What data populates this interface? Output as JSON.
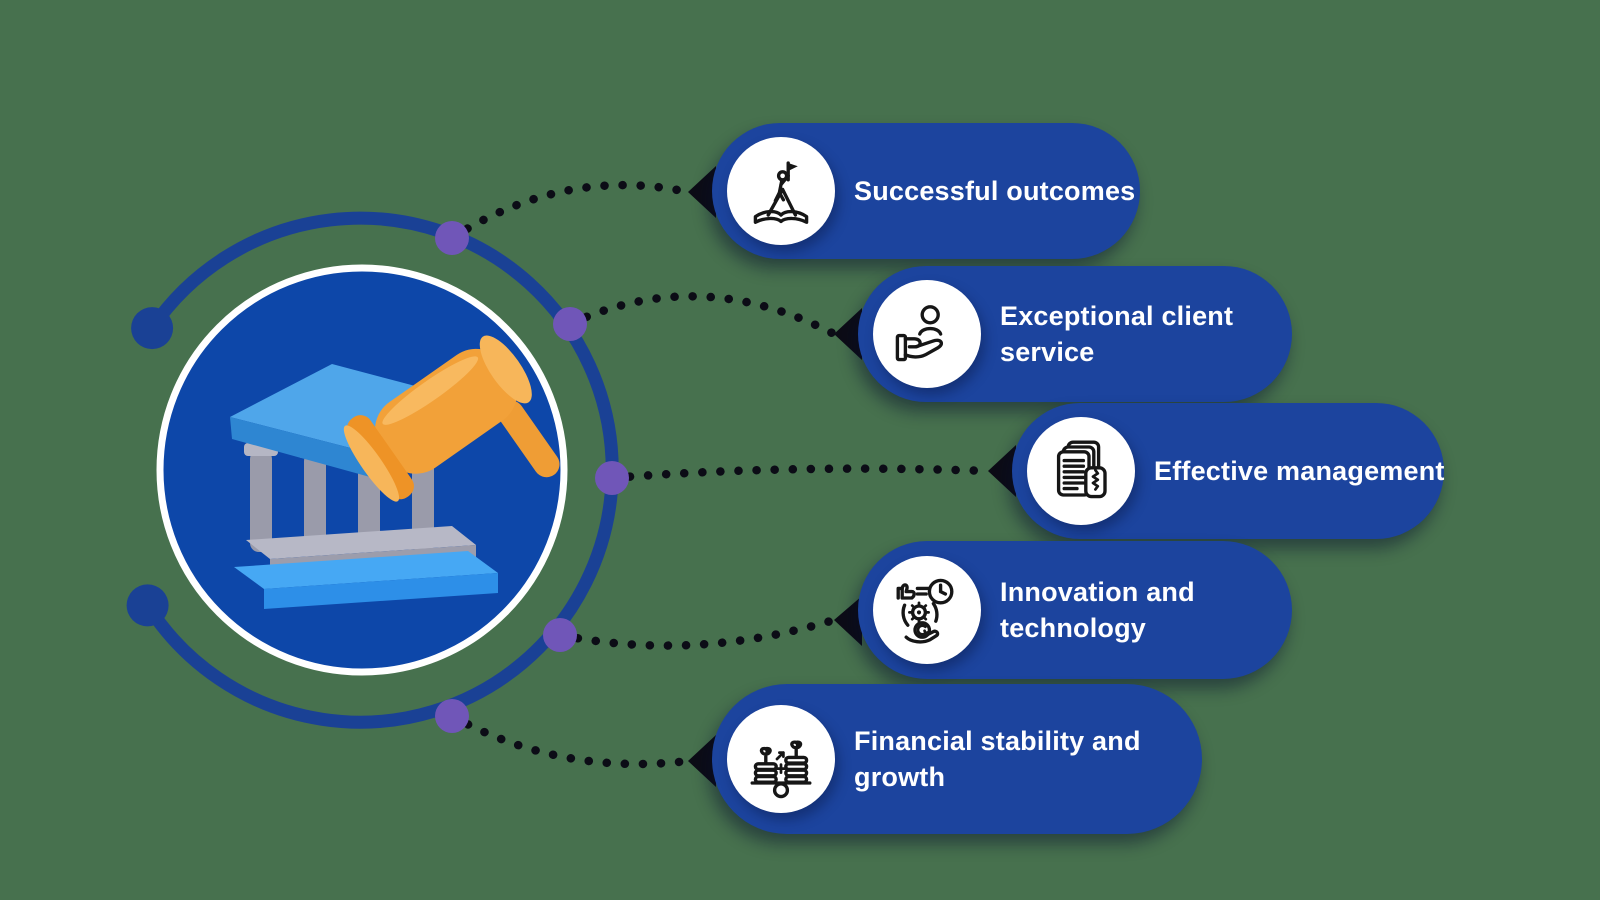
{
  "background_color": "#47714e",
  "palette": {
    "pill_blue": "#1c449e",
    "orbit_ring_blue": "#1a4195",
    "center_disc_blue": "#0d47a9",
    "node_purple": "#7056b8",
    "connector_black": "#0c0c16",
    "badge_white": "#ffffff",
    "text_white": "#ffffff",
    "building_roof_blue": "#4fa6ea",
    "building_base_blue": "#46a8f4",
    "building_gray": "#9a9baa",
    "gavel_orange": "#f2a139"
  },
  "center": {
    "illustration": "bank-building-with-gavel-3d-icon"
  },
  "pills": [
    {
      "icon": "achievement-icon",
      "lines": [
        "Successful outcomes",
        ""
      ]
    },
    {
      "icon": "client-service-icon",
      "lines": [
        "Exceptional client",
        "service"
      ]
    },
    {
      "icon": "documents-icon",
      "lines": [
        "Effective management",
        ""
      ]
    },
    {
      "icon": "innovation-icon",
      "lines": [
        "Innovation and",
        "technology"
      ]
    },
    {
      "icon": "financial-growth-icon",
      "lines": [
        "Financial stability and",
        "growth"
      ]
    }
  ]
}
